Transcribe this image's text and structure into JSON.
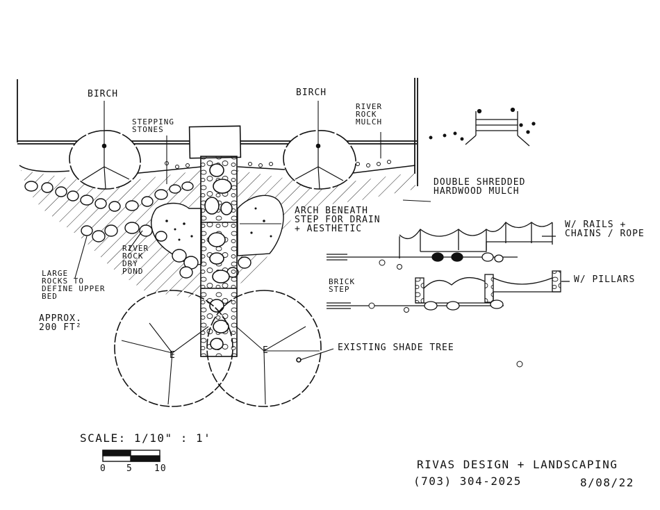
{
  "labels": {
    "birch_left": "Birch",
    "birch_right": "Birch",
    "stepping_stones": [
      "Stepping",
      "Stones"
    ],
    "river_rock_mulch": [
      "River",
      "Rock",
      "Mulch"
    ],
    "double_shredded": [
      "Double Shredded",
      "Hardwood Mulch"
    ],
    "arch_beneath": [
      "Arch Beneath",
      "Step for Drain",
      "+ Aesthetic"
    ],
    "w_rails": [
      "W/ Rails +",
      "Chains / Rope"
    ],
    "river_rock_dry_pond": [
      "River",
      "Rock",
      "Dry",
      "Pond"
    ],
    "large_rocks": [
      "Large",
      "Rocks to",
      "Define Upper",
      "Bed"
    ],
    "approx_area": [
      "Approx.",
      "200 ft²"
    ],
    "brick_step": [
      "Brick",
      "Step"
    ],
    "w_pillars": "W/ Pillars",
    "existing_shade_tree": "Existing Shade Tree",
    "tree_mark_left": "E",
    "tree_mark_right": "E"
  },
  "scale": {
    "text": "Scale: 1/10\" : 1'",
    "ticks": [
      "0",
      "5",
      "10"
    ]
  },
  "title_block": {
    "company": "Rivas Design + Landscaping",
    "phone": "(703) 304-2025",
    "date": "8/08/22"
  }
}
